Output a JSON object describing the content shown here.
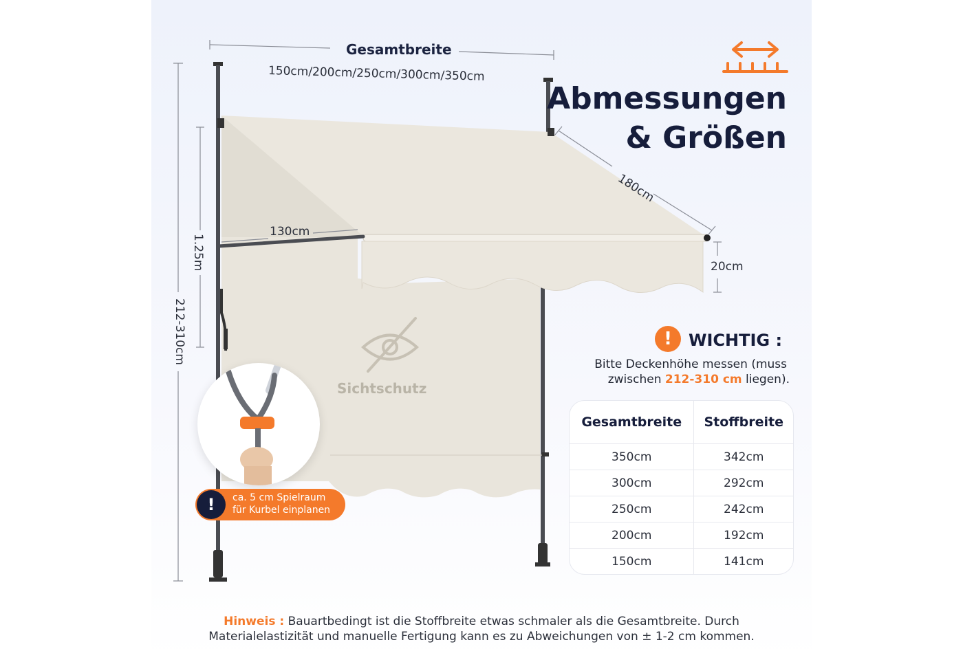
{
  "header": {
    "title_line1": "Abmessungen",
    "title_line2": "& Größen",
    "icon": "width-arrows-icon",
    "accent_color": "#f47a2b",
    "title_color": "#161d3b"
  },
  "diagram": {
    "overall_width_label": "Gesamtbreite",
    "overall_width_values": "150cm/200cm/250cm/300cm/350cm",
    "depth": "180cm",
    "arm_length": "130cm",
    "valance_height": "20cm",
    "arm_height": "1.25m",
    "pole_height": "212-310cm",
    "privacy_label": "Sichtschutz",
    "privacy_icon": "eye-slash-icon",
    "fabric_color": "#ebe7de"
  },
  "crank_note": {
    "icon": "exclamation-icon",
    "line1": "ca. 5 cm Spielraum",
    "line2": "für Kurbel einplanen"
  },
  "important": {
    "icon": "exclamation-icon",
    "title": "WICHTIG :",
    "text_line1": "Bitte Deckenhöhe messen (muss",
    "text_before": "zwischen ",
    "text_highlight": "212-310 cm",
    "text_after": " liegen)."
  },
  "size_table": {
    "headers": [
      "Gesamtbreite",
      "Stoffbreite"
    ],
    "rows": [
      [
        "350cm",
        "342cm"
      ],
      [
        "300cm",
        "292cm"
      ],
      [
        "250cm",
        "242cm"
      ],
      [
        "200cm",
        "192cm"
      ],
      [
        "150cm",
        "141cm"
      ]
    ]
  },
  "footer": {
    "label": "Hinweis :",
    "line1_text": " Bauartbedingt ist die Stoffbreite etwas schmaler als die Gesamtbreite. Durch",
    "line2_text": "Materialelastizität und manuelle Fertigung kann es zu Abweichungen von ± 1-2 cm kommen."
  }
}
